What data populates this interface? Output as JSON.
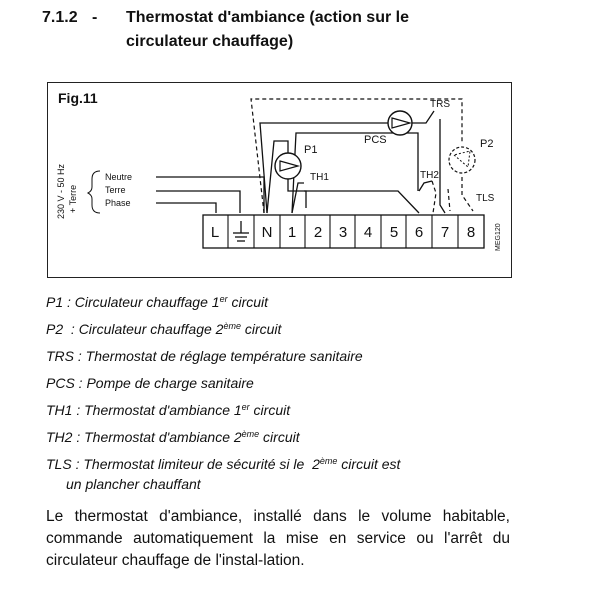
{
  "section": {
    "number": "7.1.2",
    "dash": "-",
    "title_line1": "Thermostat d'ambiance (action sur le",
    "title_line2": "circulateur chauffage)"
  },
  "figure": {
    "label": "Fig.11",
    "supply": {
      "voltage": "230 V - 50 Hz",
      "earth": "+ Terre",
      "wires": [
        "Neutre",
        "Terre",
        "Phase"
      ]
    },
    "terminals": [
      "L",
      "⏚",
      "N",
      "1",
      "2",
      "3",
      "4",
      "5",
      "6",
      "7",
      "8"
    ],
    "components": {
      "p1": "P1",
      "p2": "P2",
      "pcs": "PCS",
      "trs": "TRS",
      "th1": "TH1",
      "th2": "TH2",
      "tls": "TLS"
    },
    "ref_code": "MEG120"
  },
  "legend": [
    {
      "key": "P1",
      "sep": " : ",
      "text": "Circulateur chauffage 1",
      "sup": "er",
      "after": " circuit"
    },
    {
      "key": "P2",
      "sep": "  : ",
      "text": "Circulateur chauffage 2",
      "sup": "ème",
      "after": " circuit"
    },
    {
      "key": "TRS",
      "sep": " : ",
      "text": "Thermostat de réglage température sanitaire",
      "sup": "",
      "after": ""
    },
    {
      "key": "PCS",
      "sep": " : ",
      "text": "Pompe de charge sanitaire",
      "sup": "",
      "after": ""
    },
    {
      "key": "TH1",
      "sep": " : ",
      "text": "Thermostat d'ambiance 1",
      "sup": "er",
      "after": " circuit"
    },
    {
      "key": "TH2",
      "sep": " : ",
      "text": "Thermostat d'ambiance 2",
      "sup": "ème",
      "after": " circuit"
    },
    {
      "key": "TLS",
      "sep": " : ",
      "text": "Thermostat limiteur de sécurité si le  2",
      "sup": "ème",
      "after": " circuit est",
      "continuation": "un plancher chauffant"
    }
  ],
  "paragraph": "Le thermostat d'ambiance, installé dans le volume habitable, commande automatiquement la mise en service ou l'arrêt du circulateur chauffage de l'instal-lation."
}
